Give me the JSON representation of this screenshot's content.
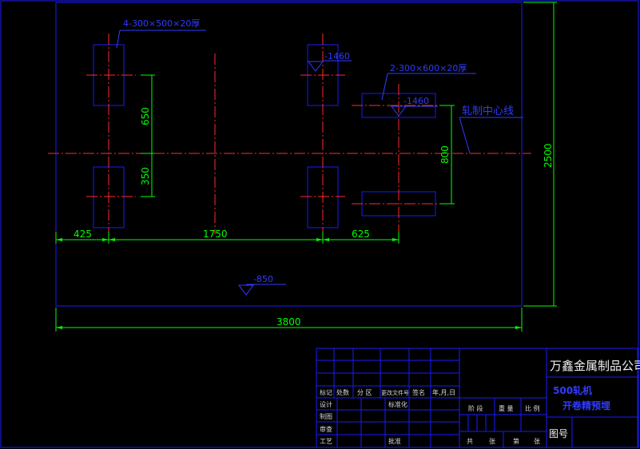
{
  "dimensions": {
    "d425": "425",
    "d1750": "1750",
    "d625": "625",
    "d3800": "3800",
    "d650": "650",
    "d350": "350",
    "d800": "800",
    "d2500": "2500"
  },
  "annotations": {
    "plate_4": "4-300×500×20厚",
    "plate_2": "2-300×600×20厚",
    "elev_1460a": "-1460",
    "elev_1460b": "-1460",
    "elev_850": "-850",
    "centerline": "轧制中心线"
  },
  "title_block": {
    "company": "万鑫金属制品公司",
    "title_line1": "500轧机",
    "title_line2": "开卷精预埋",
    "drawing_no": "图号",
    "row_labels": [
      "标记",
      "处数",
      "分 区",
      "更改文件号",
      "签名",
      "年,月,日"
    ],
    "side_labels": [
      "设计",
      "制图",
      "审查",
      "工艺"
    ],
    "standard": "标准化",
    "approve": "批准",
    "stage_labels": [
      "阶 段",
      "重 量",
      "比 例"
    ],
    "sheet_labels": [
      "共",
      "张",
      "第",
      "张"
    ]
  },
  "colors": {
    "frame": "#1a1aff",
    "dimension": "#00ff00",
    "centerline": "#ff2a2a",
    "text_blue": "#2f3bff"
  }
}
